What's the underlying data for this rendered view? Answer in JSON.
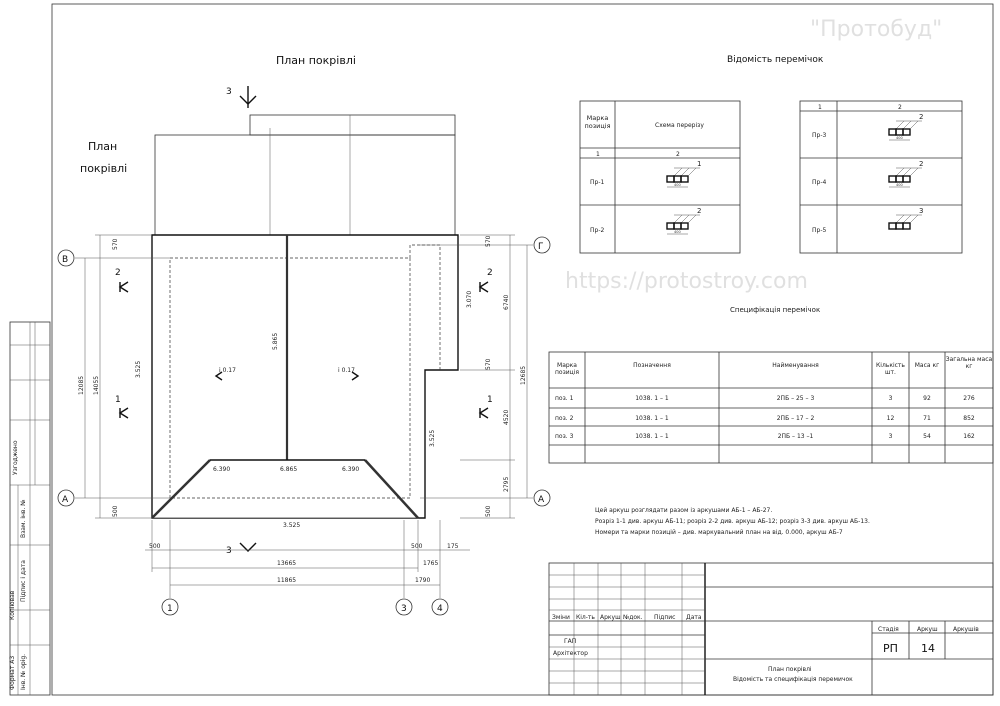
{
  "plan": {
    "title": "План покрівлі",
    "side_title_1": "План",
    "side_title_2": "покрівлі",
    "section_marks": [
      "1",
      "2",
      "3"
    ],
    "axes": {
      "left_top": "В",
      "left_bottom": "А",
      "right_top": "Г",
      "right_bottom": "А",
      "bottom": [
        "1",
        "3",
        "4"
      ]
    },
    "dims_left": {
      "top": "570",
      "total_axes": "12085",
      "total": "14055",
      "bottom": "500"
    },
    "dims_right": {
      "top": "570",
      "d1": "6740",
      "mid": "570",
      "d2": "4520",
      "d3": "2795",
      "total": "12685",
      "bottom": "500"
    },
    "dims_bottom": {
      "left": "500",
      "right_a": "500",
      "right_b": "175",
      "total": "13665",
      "axes_1_3": "11865",
      "axes_3_4": "1790",
      "ext": "1765"
    },
    "levels": {
      "eave_left": "3.525",
      "eave_bottom": "3.525",
      "eave_right": "3.525",
      "eave_upper": "3.070",
      "ridge": "5.865",
      "hip_l": "6.390",
      "hip_r": "6.390",
      "mid": "6.865",
      "slope_l": "i 0.17",
      "slope_r": "i 0.17"
    }
  },
  "lintels": {
    "title": "Відомість перемічок",
    "header": {
      "mark": "Марка позиція",
      "scheme": "Схема перерізу",
      "num1": "1",
      "num2": "2"
    },
    "items": [
      {
        "mark": "Пр-1",
        "callout": "1",
        "dim": "400"
      },
      {
        "mark": "Пр-2",
        "callout": "2",
        "dim": "400"
      },
      {
        "mark": "Пр-3",
        "callout": "2",
        "dim": "400"
      },
      {
        "mark": "Пр-4",
        "callout": "2",
        "dim": "400"
      },
      {
        "mark": "Пр-5",
        "callout": "3",
        "dim": ""
      }
    ]
  },
  "spec": {
    "title": "Специфікація перемічок",
    "columns": [
      "Марка позиція",
      "Позначення",
      "Найменування",
      "Кількість шт.",
      "Маса кг",
      "Загальна маса кг"
    ],
    "rows": [
      [
        "поз. 1",
        "1038. 1 – 1",
        "2ПБ – 25 – 3",
        "3",
        "92",
        "276"
      ],
      [
        "поз. 2",
        "1038. 1 – 1",
        "2ПБ – 17 – 2",
        "12",
        "71",
        "852"
      ],
      [
        "поз. 3",
        "1038. 1 – 1",
        "2ПБ – 13 –1",
        "3",
        "54",
        "162"
      ]
    ]
  },
  "notes": [
    "Цей аркуш розглядати разом із аркушами АБ-1 – АБ-27.",
    "Розріз 1-1 див. аркуш АБ-11; розріз 2-2 див. аркуш АБ-12; розріз 3-3 див. аркуш АБ-13.",
    "Номери та марки позицій – див. маркувальний план на від. 0.000, аркуш АБ-7"
  ],
  "title_block": {
    "cols": [
      "Зміни",
      "Кіл-ть",
      "Аркуш",
      "№док.",
      "Підпис",
      "Дата"
    ],
    "roles": [
      "ГАП",
      "Архітектор"
    ],
    "stage_label": "Стадія",
    "sheet_label": "Аркуш",
    "sheets_label": "Аркушів",
    "stage": "РП",
    "sheet": "14",
    "drawing_title_1": "План покрівлі",
    "drawing_title_2": "Відомість та специфікація перемичок"
  },
  "side_stamp": {
    "approved": "Узгоджено",
    "inv_repl": "Взам. інв. №",
    "sign_date": "Підпис і дата",
    "inv_orig": "Інв. № орig.",
    "copied": "Копіював",
    "format": "Формат А3"
  },
  "watermark": {
    "line1": "\"Протобуд\"",
    "line2": "https://protostroy.com"
  }
}
